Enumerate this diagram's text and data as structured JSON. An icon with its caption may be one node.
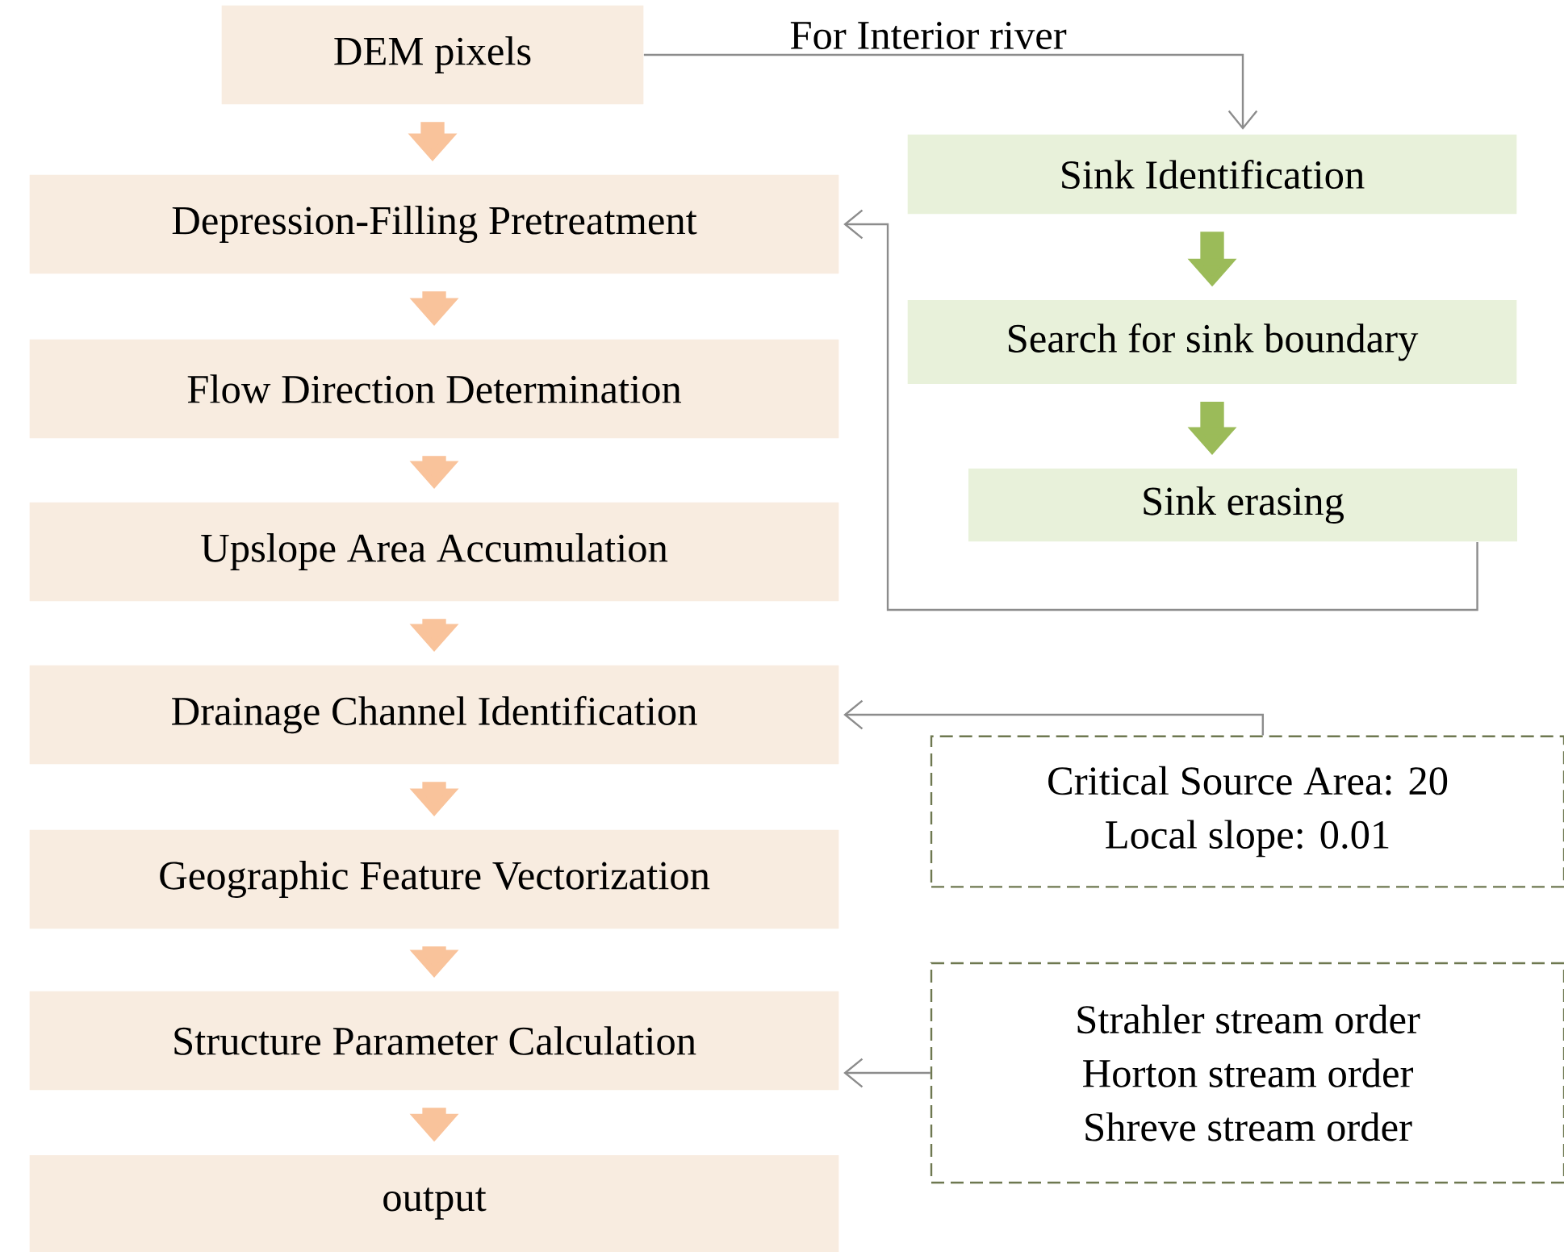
{
  "diagram": {
    "nodes": [
      {
        "text": [
          "DEM pixels"
        ]
      },
      {
        "text": [
          "Depression-Filling Pretreatment"
        ]
      },
      {
        "text": [
          "Flow Direction Determination"
        ]
      },
      {
        "text": [
          "Upslope Area Accumulation"
        ]
      },
      {
        "text": [
          "Drainage Channel Identification"
        ]
      },
      {
        "text": [
          "Geographic Feature Vectorization"
        ]
      },
      {
        "text": [
          "Structure Parameter Calculation"
        ]
      },
      {
        "text": [
          "output"
        ]
      },
      {
        "text": [
          "Sink Identification"
        ]
      },
      {
        "text": [
          "Search for sink boundary"
        ]
      },
      {
        "text": [
          "Sink erasing"
        ]
      },
      {
        "text": [
          "Critical Source Area: 20",
          "Local slope: 0.01"
        ]
      },
      {
        "text": [
          "Strahler stream order",
          "Horton stream order",
          "Shreve stream order"
        ]
      }
    ],
    "edges": [
      {
        "from": 0,
        "to": 1,
        "arrow": "to"
      },
      {
        "from": 1,
        "to": 2,
        "arrow": "to"
      },
      {
        "from": 2,
        "to": 3,
        "arrow": "to"
      },
      {
        "from": 3,
        "to": 4,
        "arrow": "to"
      },
      {
        "from": 4,
        "to": 5,
        "arrow": "to"
      },
      {
        "from": 5,
        "to": 6,
        "arrow": "to"
      },
      {
        "from": 6,
        "to": 7,
        "arrow": "to"
      },
      {
        "from": 0,
        "to": 8,
        "arrow": "to",
        "label": "For Interior river",
        "color": "#8c8c8c"
      },
      {
        "from": 8,
        "to": 9,
        "arrow": "to",
        "color": "#9bbb59"
      },
      {
        "from": 9,
        "to": 10,
        "arrow": "to",
        "color": "#9bbb59"
      },
      {
        "from": 10,
        "to": 1,
        "arrow": "to",
        "color": "#8c8c8c"
      },
      {
        "from": 11,
        "to": 4,
        "arrow": "to",
        "color": "#8c8c8c"
      },
      {
        "from": 12,
        "to": 6,
        "arrow": "to",
        "color": "#8c8c8c"
      }
    ]
  }
}
